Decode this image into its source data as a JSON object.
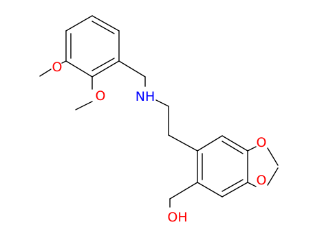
{
  "molecule": {
    "atoms": {
      "oxygen_symbol": "O",
      "amine_label": "NH",
      "hydroxyl_label": "OH"
    },
    "colors": {
      "bond": "#000000",
      "oxygen": "#ff0000",
      "nitrogen": "#0000ff"
    }
  }
}
